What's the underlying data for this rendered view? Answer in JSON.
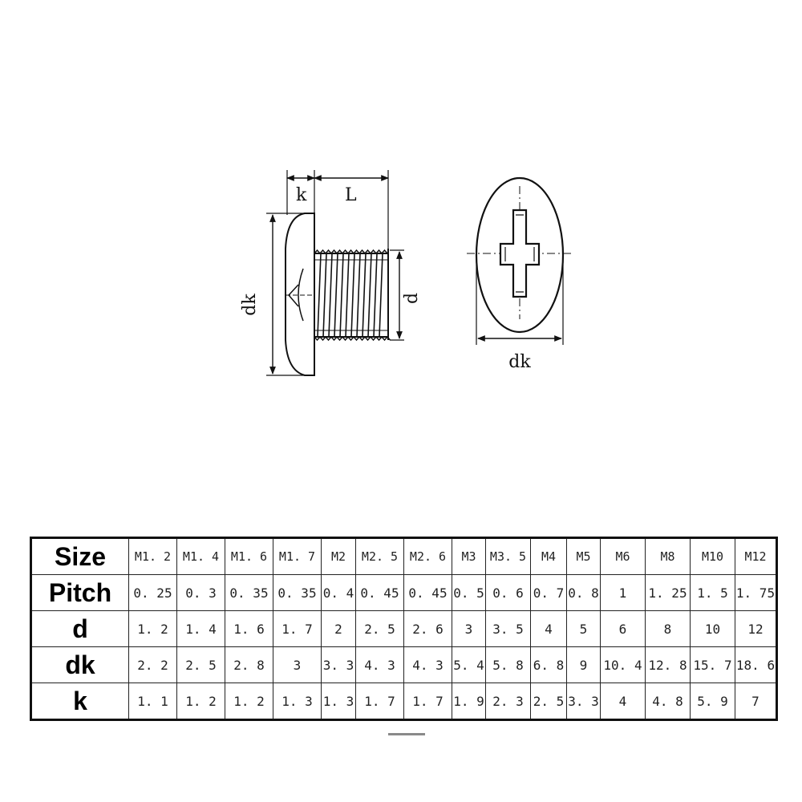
{
  "drawing": {
    "side_view": {
      "label_k": "k",
      "label_L": "L",
      "label_dk": "dk",
      "label_d": "d"
    },
    "top_view": {
      "label_dk": "dk"
    }
  },
  "table": {
    "row_headers": [
      "Size",
      "Pitch",
      "d",
      "dk",
      "k"
    ],
    "sizes": [
      "M1. 2",
      "M1. 4",
      "M1. 6",
      "M1. 7",
      "M2",
      "M2. 5",
      "M2. 6",
      "M3",
      "M3. 5",
      "M4",
      "M5",
      "M6",
      "M8",
      "M10",
      "M12"
    ],
    "pitch": [
      "0. 25",
      "0. 3",
      "0. 35",
      "0. 35",
      "0. 4",
      "0. 45",
      "0. 45",
      "0. 5",
      "0. 6",
      "0. 7",
      "0. 8",
      "1",
      "1. 25",
      "1. 5",
      "1. 75"
    ],
    "d": [
      "1. 2",
      "1. 4",
      "1. 6",
      "1. 7",
      "2",
      "2. 5",
      "2. 6",
      "3",
      "3. 5",
      "4",
      "5",
      "6",
      "8",
      "10",
      "12"
    ],
    "dk": [
      "2. 2",
      "2. 5",
      "2. 8",
      "3",
      "3. 3",
      "4. 3",
      "4. 3",
      "5. 4",
      "5. 8",
      "6. 8",
      "9",
      "10. 4",
      "12. 8",
      "15. 7",
      "18. 6"
    ],
    "k": [
      "1. 1",
      "1. 2",
      "1. 2",
      "1. 3",
      "1. 3",
      "1. 7",
      "1. 7",
      "1. 9",
      "2. 3",
      "2. 5",
      "3. 3",
      "4",
      "4. 8",
      "5. 9",
      "7"
    ]
  }
}
